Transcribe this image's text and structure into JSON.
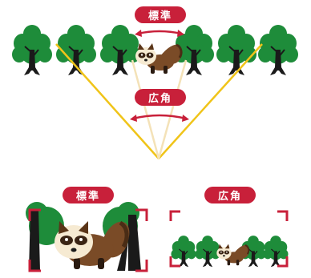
{
  "diagram": {
    "top": {
      "standard_label": "標準",
      "wide_label": "広角"
    },
    "bottom": {
      "standard_panel_label": "標準",
      "wide_panel_label": "広角"
    }
  },
  "colors": {
    "accent_red": "#c8203a",
    "tree_green": "#1e8c3a",
    "trunk": "#1a1a1a",
    "wide_lines": "#f0c419",
    "standard_lines": "#f4e2b8",
    "tanuki_brown": "#7a4b27",
    "tanuki_cream": "#f6ead2"
  }
}
